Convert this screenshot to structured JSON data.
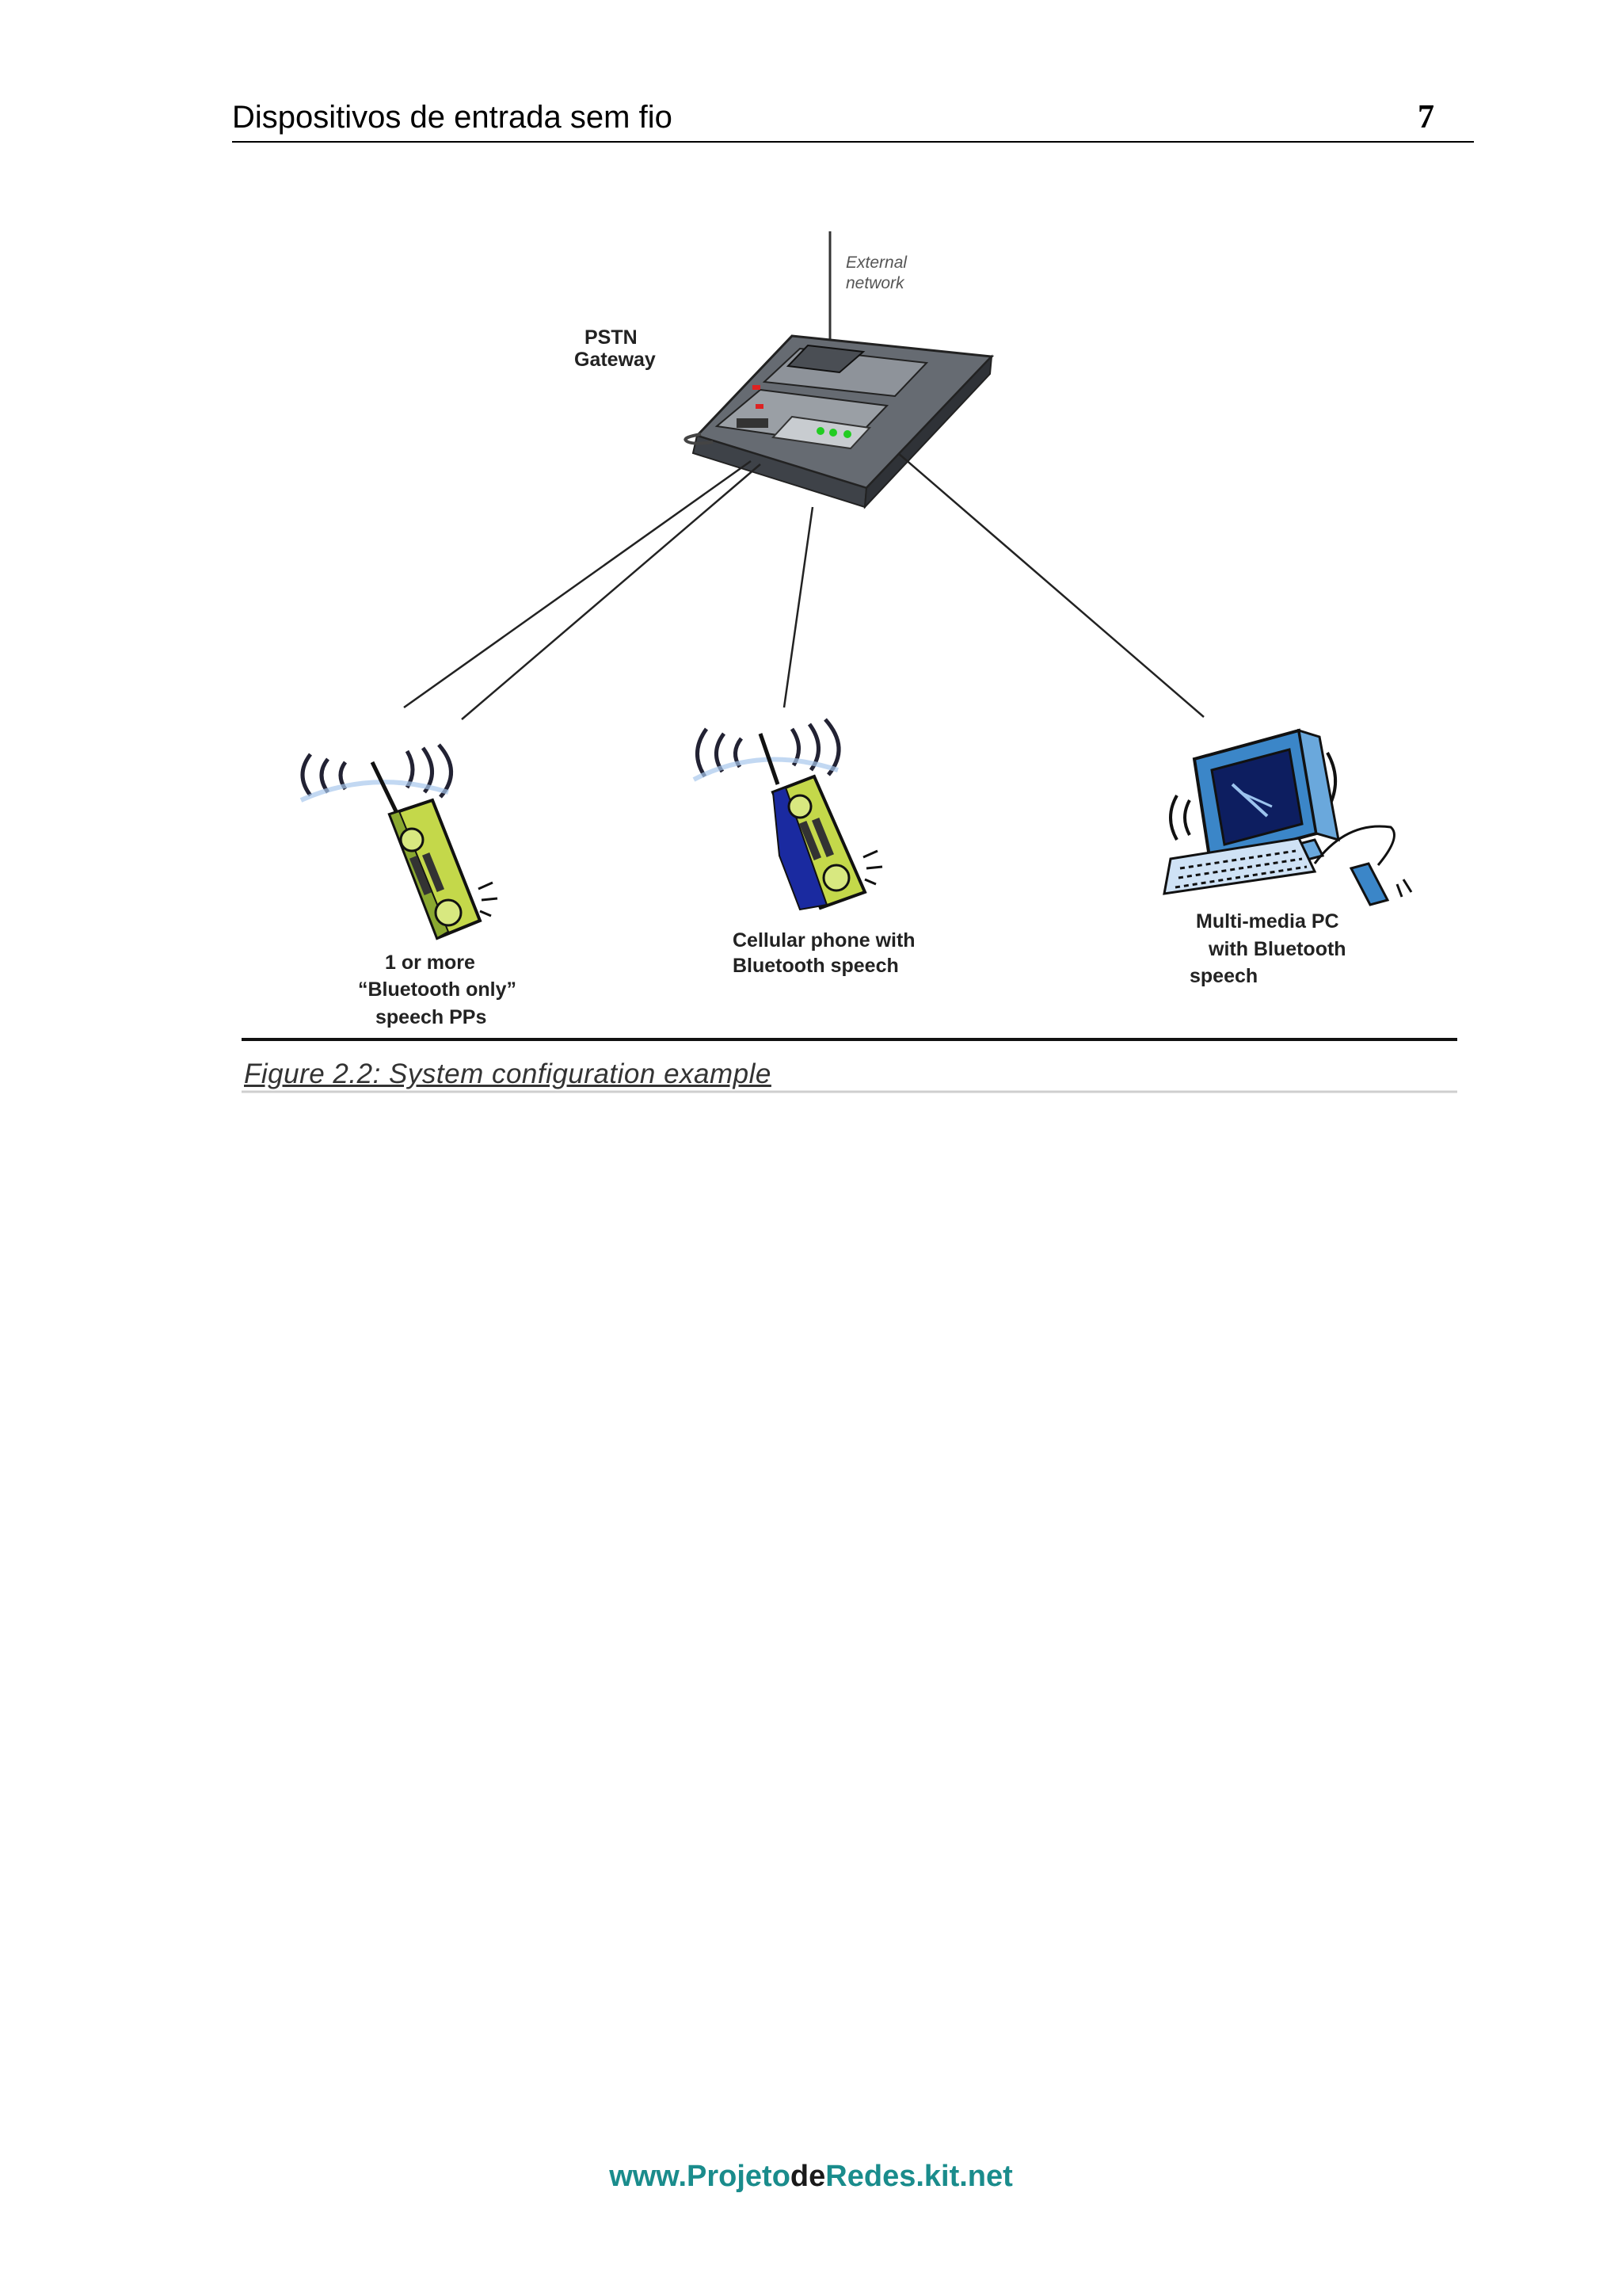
{
  "header": {
    "title": "Dispositivos de entrada sem fio",
    "page_number": "7"
  },
  "figure": {
    "external_network_line1": "External",
    "external_network_line2": "network",
    "gateway_line1": "PSTN",
    "gateway_line2": "Gateway",
    "pp_line1": "1 or more",
    "pp_line2": "“Bluetooth only”",
    "pp_line3": "speech  PPs",
    "cell_line1": "Cellular phone with",
    "cell_line2": "Bluetooth speech",
    "pc_line1": "Multi-media PC",
    "pc_line2": "with Bluetooth",
    "pc_line3": "speech",
    "caption": "Figure 2.2:  System configuration example"
  },
  "footer": {
    "part1": "www.Projeto",
    "part2": "de",
    "part3": "Redes.kit.net"
  },
  "colors": {
    "teal": "#1a8c8c",
    "phone_green": "#b8d43a",
    "monitor_blue": "#3b86c8",
    "gateway_grey": "#555a60"
  }
}
